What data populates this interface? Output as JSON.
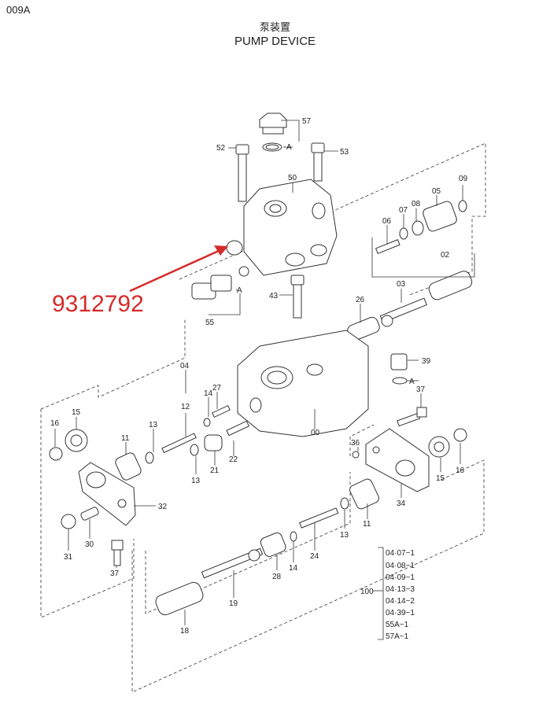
{
  "header": {
    "page_code": "009A",
    "title_cn": "泵装置",
    "title_en": "PUMP DEVICE"
  },
  "highlight": {
    "part_number": "9312792",
    "arrow_color": "#d62a2a"
  },
  "labels": {
    "p57": "57",
    "p52": "52",
    "p53": "53",
    "pA1": "A",
    "p50": "50",
    "p09": "09",
    "p05": "05",
    "p08": "08",
    "p07": "07",
    "p06": "06",
    "p02": "02",
    "p03": "03",
    "p26": "26",
    "p43": "43",
    "pA2": "A",
    "p55": "55",
    "p39": "39",
    "pA3": "A",
    "p04": "04",
    "p37a": "37",
    "p00": "00",
    "p14a": "14",
    "p27": "27",
    "p12": "12",
    "p13a": "13",
    "p22": "22",
    "p21": "21",
    "p13b": "13",
    "p16a": "16",
    "p15a": "15",
    "p11a": "11",
    "p32": "32",
    "p36": "36",
    "p34": "34",
    "p15b": "15",
    "p16b": "16",
    "p31": "31",
    "p30": "30",
    "p37b": "37",
    "p11b": "11",
    "p13c": "13",
    "p24": "24",
    "p14b": "14",
    "p28": "28",
    "p19": "19",
    "p18": "18",
    "p100": "100"
  },
  "kit_list": [
    "04·07~1",
    "04·08~1",
    "04·09~1",
    "04·13~3",
    "04·14~2",
    "04·39~1",
    "55A~1",
    "57A~1"
  ]
}
